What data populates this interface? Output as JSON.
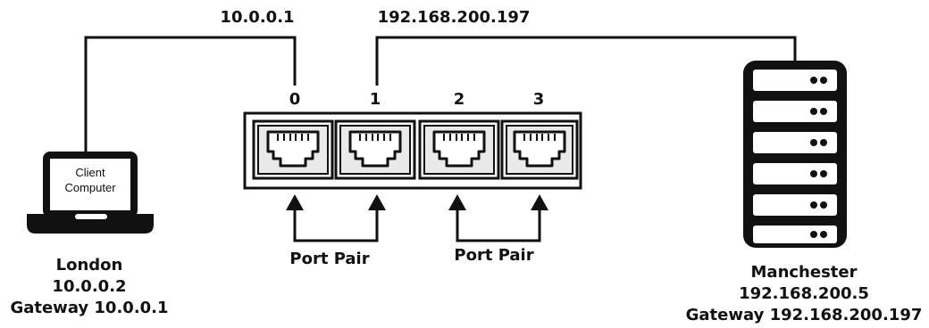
{
  "labels": {
    "ip_port0": "10.0.0.1",
    "ip_port1": "192.168.200.197",
    "port_numbers": [
      "0",
      "1",
      "2",
      "3"
    ],
    "port_pair_1": "Port Pair",
    "port_pair_2": "Port Pair"
  },
  "client": {
    "screen_line1": "Client",
    "screen_line2": "Computer",
    "name": "London",
    "ip": "10.0.0.2",
    "gateway": "Gateway 10.0.0.1"
  },
  "server": {
    "name": "Manchester",
    "ip": "192.168.200.5",
    "gateway": "Gateway 192.168.200.197"
  },
  "icons": {
    "laptop": "laptop-icon",
    "server": "server-rack-icon",
    "port": "rj45-port-icon"
  }
}
